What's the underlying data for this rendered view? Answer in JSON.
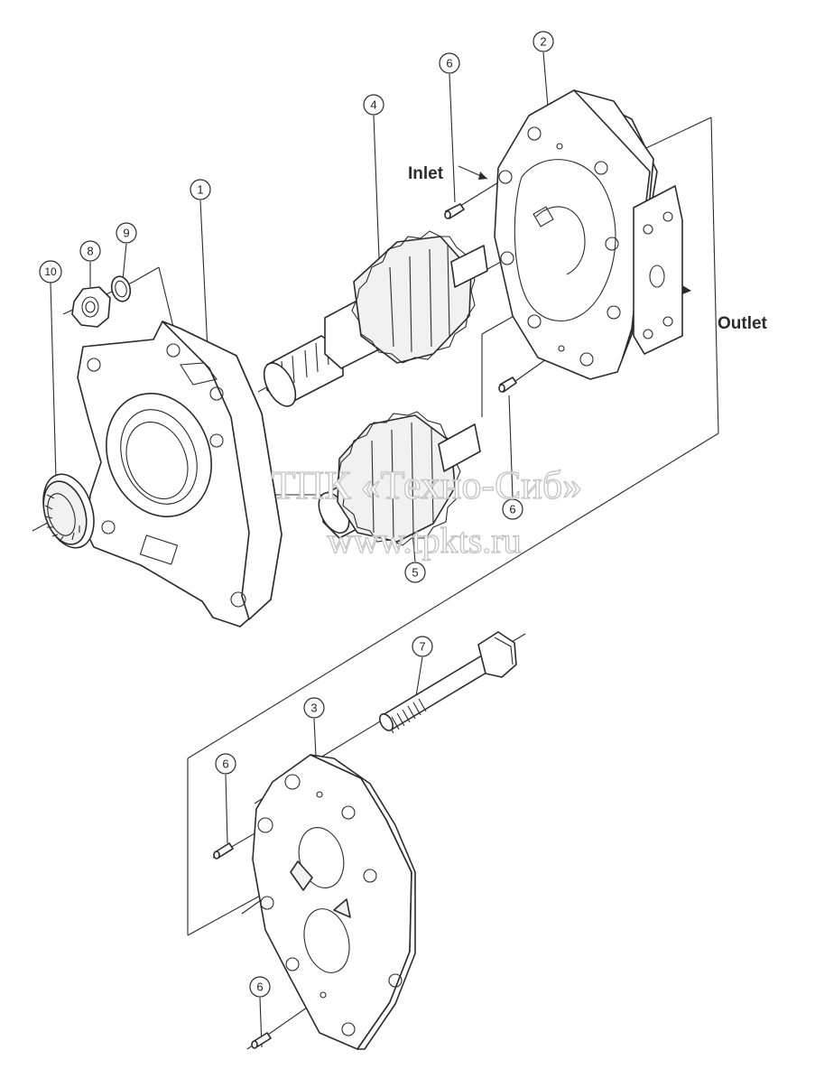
{
  "labels": {
    "inlet": "Inlet",
    "outlet": "Outlet"
  },
  "callouts": [
    "1",
    "2",
    "3",
    "4",
    "5",
    "6",
    "7",
    "8",
    "9",
    "10"
  ],
  "watermark": {
    "line1": "ТПК «Техно-Сиб»",
    "line2": "www.tpkts.ru"
  },
  "colors": {
    "ink": "#2b2b2b",
    "watermark": "#c4c4c4",
    "background": "#ffffff"
  }
}
